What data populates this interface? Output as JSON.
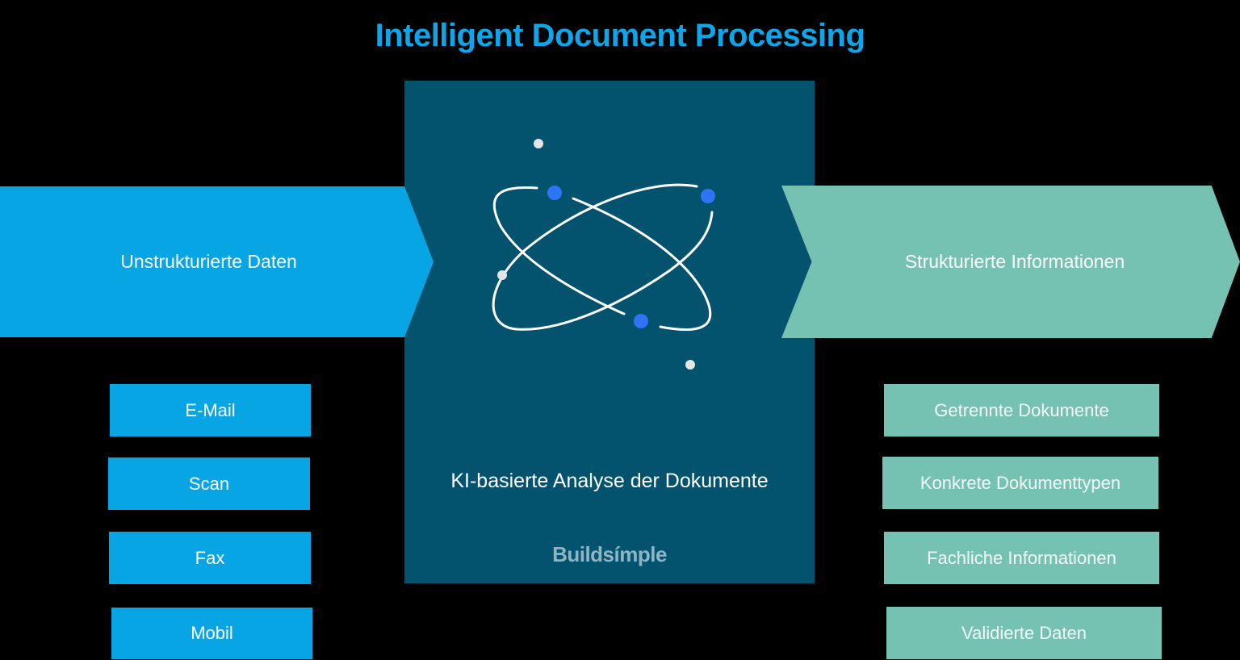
{
  "title": "Intelligent Document Processing",
  "colors": {
    "title": "#0ea5e9",
    "input_blue": "#08a5e5",
    "center_panel": "#03536f",
    "output_green": "#75c2b3",
    "atom_blue_dot": "#2f74f5",
    "atom_grey_dot": "#e5e5e5"
  },
  "input": {
    "arrow_label": "Unstrukturierte Daten",
    "sources": [
      {
        "label": "E-Mail"
      },
      {
        "label": "Scan"
      },
      {
        "label": "Fax"
      },
      {
        "label": "Mobil"
      }
    ]
  },
  "center": {
    "icon": "atom-icon",
    "label": "KI-basierte Analyse der Dokumente",
    "logo": "Buildsímple"
  },
  "output": {
    "arrow_label": "Strukturierte Informationen",
    "results": [
      {
        "label": "Getrennte Dokumente"
      },
      {
        "label": "Konkrete Dokumenttypen"
      },
      {
        "label": "Fachliche Informationen"
      },
      {
        "label": "Validierte Daten"
      }
    ]
  }
}
